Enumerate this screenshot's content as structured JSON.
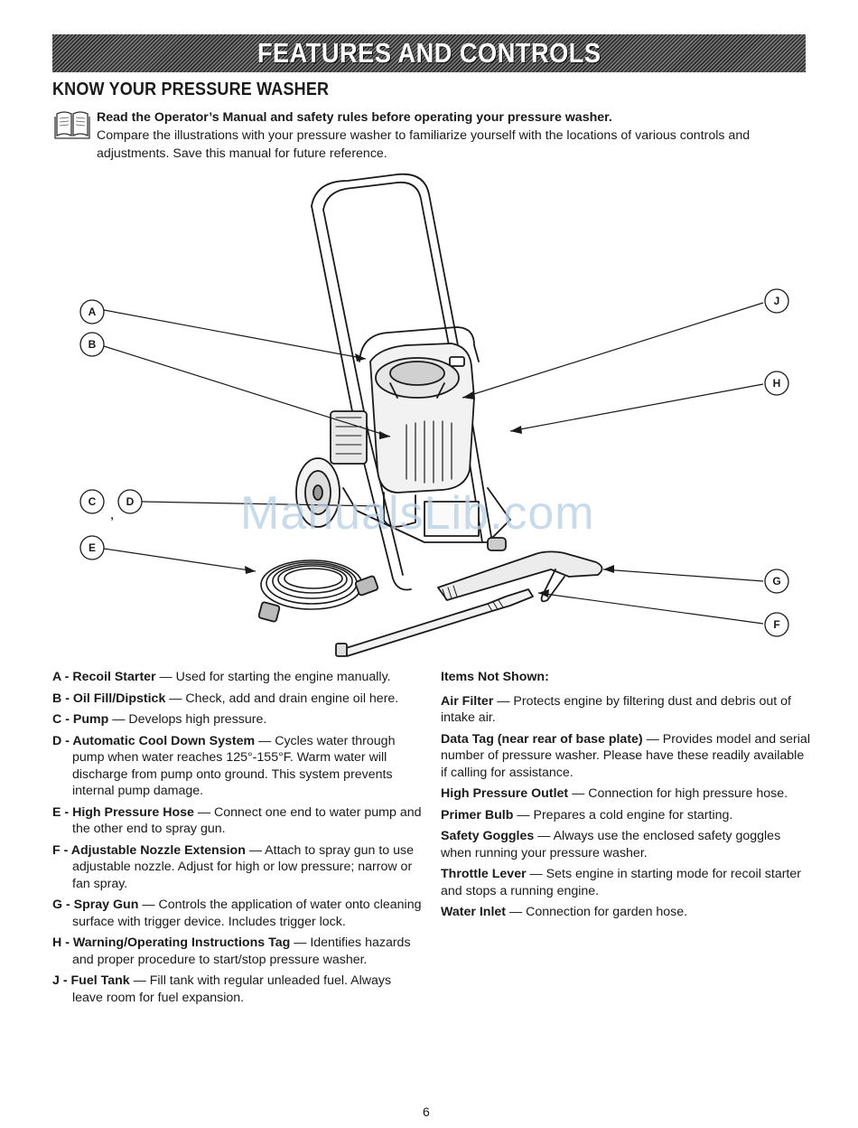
{
  "header": {
    "banner": "FEATURES AND CONTROLS",
    "section_title": "KNOW YOUR PRESSURE WASHER"
  },
  "intro": {
    "bold": "Read the Operator’s Manual and safety rules before operating your pressure washer.",
    "text": "Compare the illustrations with your pressure washer to familiarize yourself with the locations of various controls and adjustments. Save this manual for future reference."
  },
  "diagram": {
    "callouts": {
      "A": "A",
      "B": "B",
      "C": "C",
      "D": "D",
      "E": "E",
      "F": "F",
      "G": "G",
      "H": "H",
      "J": "J",
      "cd_separator": ","
    },
    "watermark": "ManualsLib.com"
  },
  "left_items": [
    {
      "label": "A - Recoil Starter",
      "text": " — Used for starting the engine manually."
    },
    {
      "label": "B - Oil Fill/Dipstick",
      "text": " — Check, add and drain engine oil here."
    },
    {
      "label": "C - Pump",
      "text": " — Develops high pressure."
    },
    {
      "label": "D - Automatic Cool Down System",
      "text": " — Cycles water through pump when water reaches 125°-155°F. Warm water will discharge from pump onto ground. This system prevents internal pump damage."
    },
    {
      "label": "E - High Pressure Hose",
      "text": " — Connect one end to water pump and the other end to spray gun."
    },
    {
      "label": "F - Adjustable Nozzle Extension",
      "text": " — Attach to spray gun to use adjustable nozzle. Adjust for high or low pressure; narrow or fan spray."
    },
    {
      "label": "G - Spray Gun",
      "text": " — Controls the application of water onto cleaning surface with trigger device. Includes trigger lock."
    },
    {
      "label": "H - Warning/Operating Instructions Tag",
      "text": " — Identifies hazards and proper procedure to start/stop pressure washer."
    },
    {
      "label": "J - Fuel Tank",
      "text": " — Fill tank with regular unleaded fuel. Always leave room for fuel expansion."
    }
  ],
  "right_heading": "Items Not Shown:",
  "right_items": [
    {
      "label": "Air Filter",
      "text": " — Protects engine by filtering dust and debris out of intake air."
    },
    {
      "label": "Data Tag (near rear of base plate)",
      "text": " — Provides model and serial number of pressure washer. Please have these readily available if calling for assistance."
    },
    {
      "label": "High Pressure Outlet",
      "text": " — Connection for high pressure hose."
    },
    {
      "label": "Primer Bulb",
      "text": " — Prepares a cold engine for starting."
    },
    {
      "label": "Safety Goggles",
      "text": " — Always use the enclosed safety goggles when running your pressure washer."
    },
    {
      "label": "Throttle Lever",
      "text": " — Sets engine in starting mode for recoil starter and stops a running engine."
    },
    {
      "label": "Water Inlet",
      "text": " — Connection for garden hose."
    }
  ],
  "page_number": "6"
}
